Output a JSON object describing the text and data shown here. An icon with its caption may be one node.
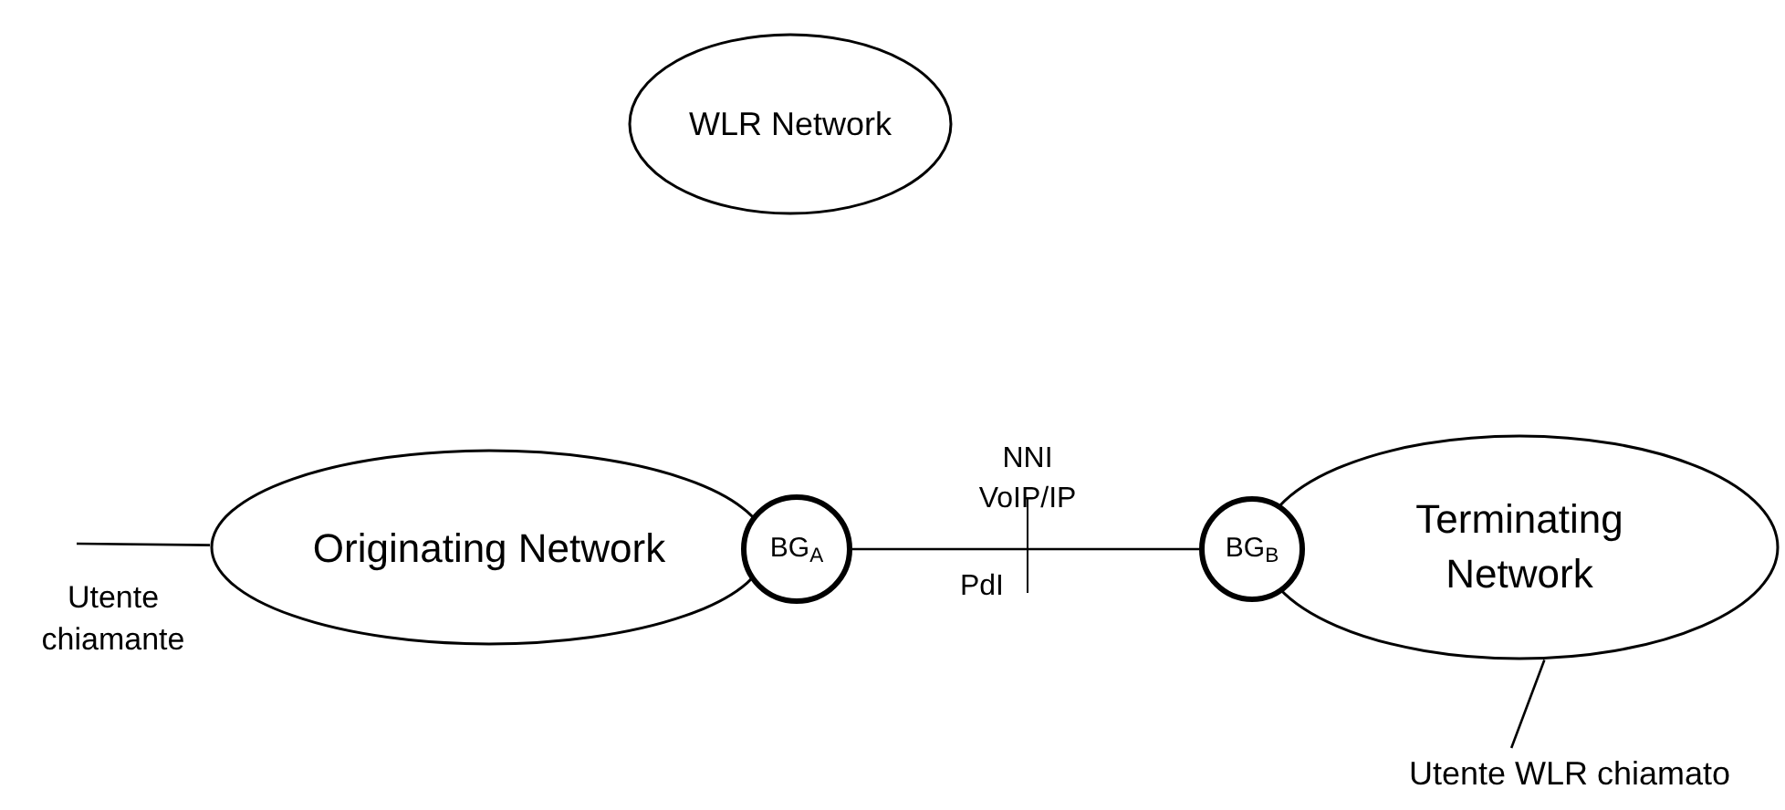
{
  "diagram": {
    "nodes": [
      {
        "text": [
          "WLR Network"
        ]
      },
      {
        "text": [
          "Originating Network"
        ]
      },
      {
        "text": [
          "BG$_{A}$"
        ]
      },
      {
        "text": [
          "BG$_{B}$"
        ]
      },
      {
        "text": [
          "Terminating Network"
        ]
      },
      {
        "text": [
          "Utente WLR chiamato"
        ]
      }
    ],
    "edges": [
      {
        "from": null,
        "to": 1,
        "arrow": "none"
      },
      {
        "from": 2,
        "to": 3,
        "arrow": "none"
      },
      {
        "from": 5,
        "to": 4,
        "arrow": "none"
      }
    ],
    "labels": [
      "NNI",
      "VoIP/IP",
      "PdI",
      "Utente chiamante"
    ]
  }
}
